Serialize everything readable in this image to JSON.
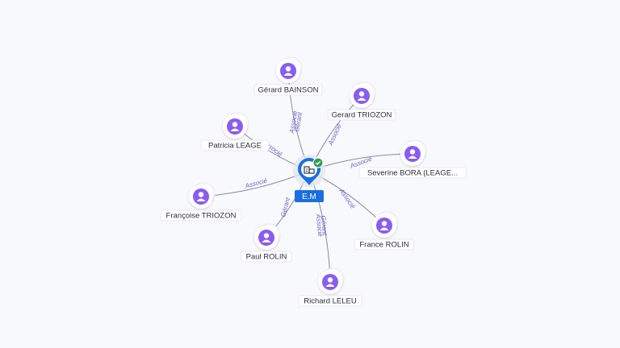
{
  "center": {
    "label": "E.M",
    "icon": "building-icon",
    "badge_icon": "check-icon",
    "color": "#1a6fe0",
    "badge_color": "#2e9d4f"
  },
  "colors": {
    "person": "#8a5cf0",
    "edge": "#8a8a9e",
    "edge_label": "#6a63c8"
  },
  "nodes": [
    {
      "id": "gerard-bainson",
      "label": "Gérard BAINSON",
      "roles": [
        "Gérant",
        "Associé"
      ]
    },
    {
      "id": "gerard-triozon",
      "label": "Gerard TRIOZON",
      "roles": [
        "Associé"
      ]
    },
    {
      "id": "patricia-leage",
      "label": "Patricia LEAGE",
      "roles": [
        "Associé"
      ]
    },
    {
      "id": "severine-bora",
      "label": "Severine BORA (LEAGE...",
      "roles": [
        "Associé"
      ]
    },
    {
      "id": "francoise-triozon",
      "label": "Françoise TRIOZON",
      "roles": [
        "Associé"
      ]
    },
    {
      "id": "france-rolin",
      "label": "France ROLIN",
      "roles": [
        "Associé"
      ]
    },
    {
      "id": "paul-rolin",
      "label": "Paul ROLIN",
      "roles": [
        "Gérant"
      ]
    },
    {
      "id": "richard-leleu",
      "label": "Richard LELEU",
      "roles": [
        "Gérant",
        "Associé"
      ]
    }
  ]
}
